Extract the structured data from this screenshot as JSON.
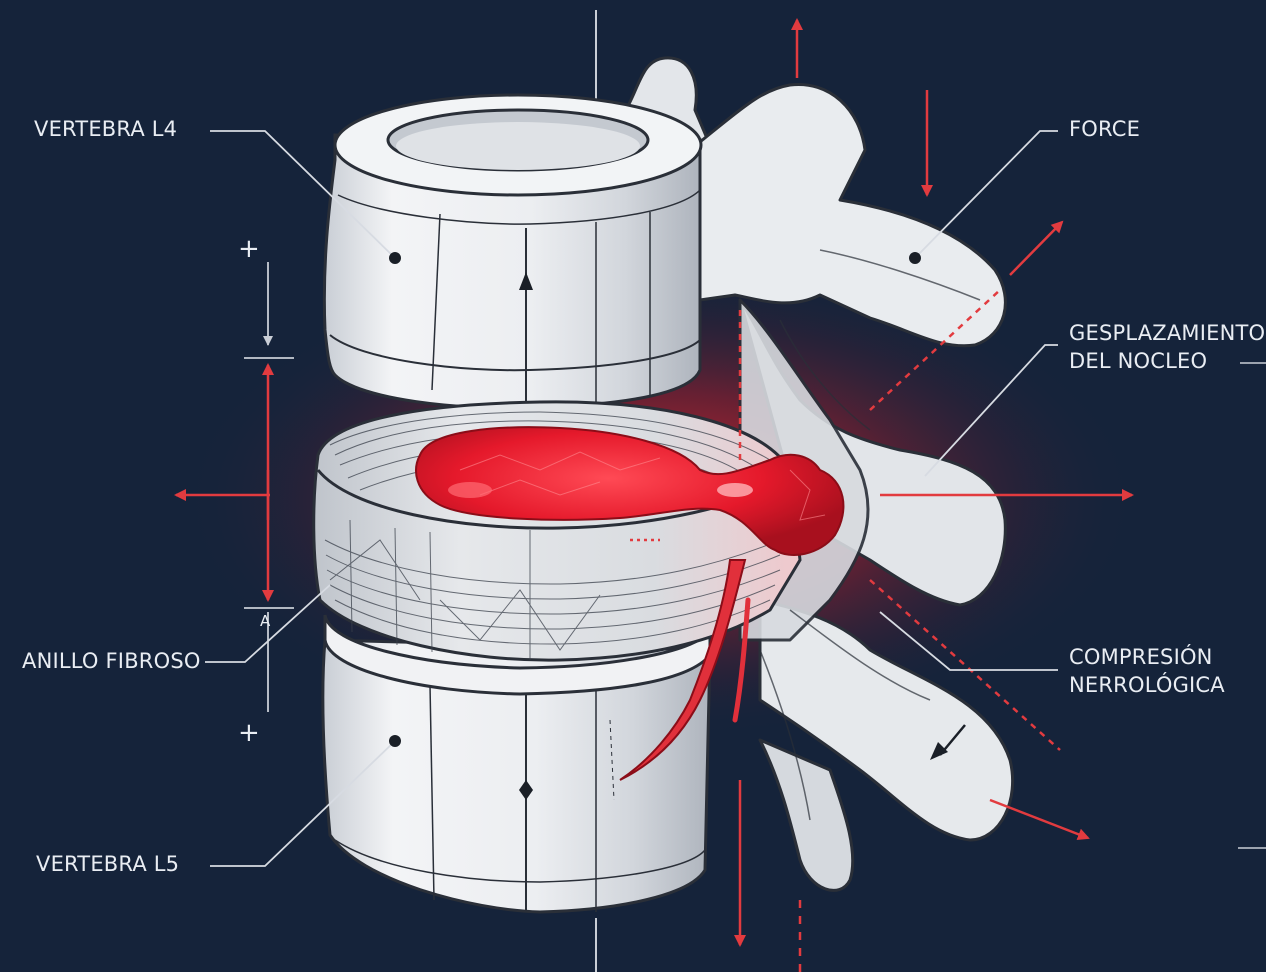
{
  "labels": {
    "vertebra_l4": "VERTEBRA L4",
    "force": "FORCE",
    "desplazamiento_line1": "GESPLAZAMIENTO",
    "desplazamiento_line2": "DEL NOCLEO",
    "anillo_fibroso": "ANILLO FIBROSO",
    "compresion_line1": "COMPRESIÓN",
    "compresion_line2": "NERROLÓGICA",
    "vertebra_l5": "VERTEBRA L5"
  },
  "dimension_marks": {
    "top_plus": "+",
    "bottom_plus": "+",
    "small_mark": "A"
  },
  "colors": {
    "background": "#15233a",
    "bone": "#e9ecef",
    "bone_shadow": "#b9bfc7",
    "outline": "#2a2f38",
    "nucleus": "#e5192b",
    "accent_red": "#e23b3f",
    "leader_line": "#d7dbe2"
  }
}
